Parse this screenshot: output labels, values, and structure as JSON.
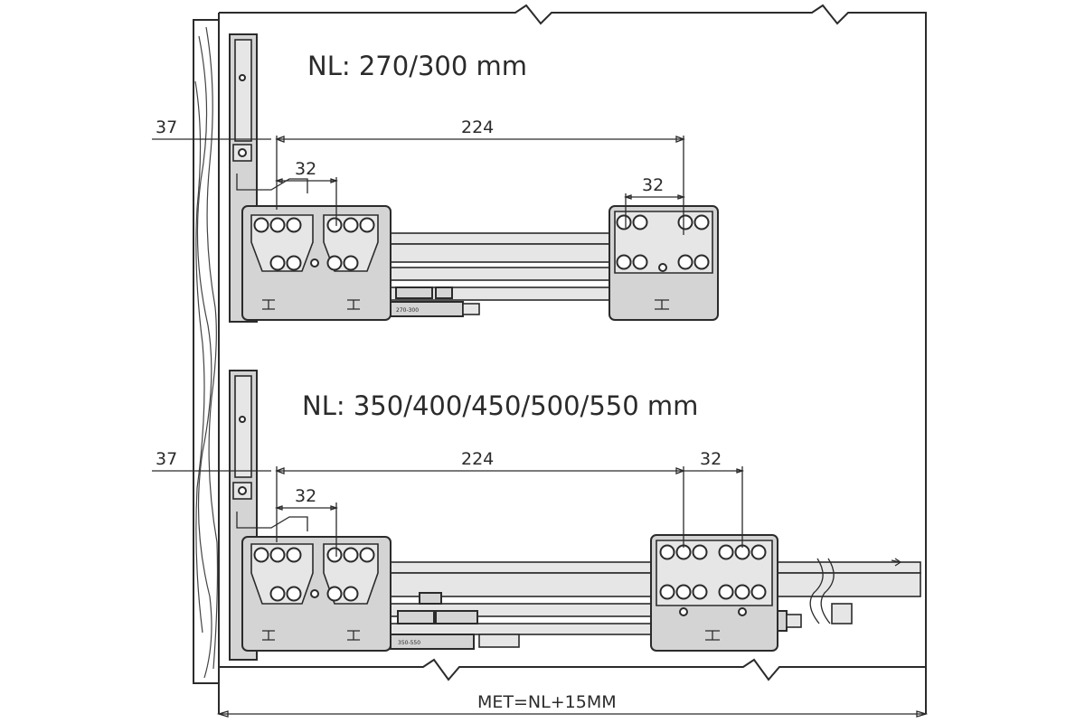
{
  "diagram": {
    "top_assembly": {
      "heading": "NL: 270/300 mm",
      "dim_left_offset": "37",
      "dim_span": "224",
      "dim_front_pitch": "32",
      "dim_rear_pitch": "32",
      "rail_marking": "270-300"
    },
    "bottom_assembly": {
      "heading": "NL: 350/400/450/500/550 mm",
      "dim_left_offset": "37",
      "dim_span": "224",
      "dim_front_pitch": "32",
      "dim_rear_pitch": "32",
      "rail_marking": "350-550"
    },
    "overall_dimension": "MET=NL+15MM"
  }
}
